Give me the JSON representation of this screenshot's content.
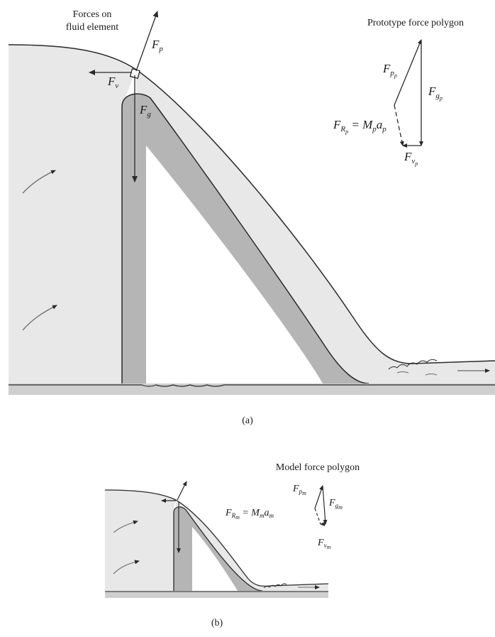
{
  "panel_a": {
    "element_label_line1": "Forces on",
    "element_label_line2": "fluid element",
    "polygon_title": "Prototype force polygon",
    "forces": {
      "pressure": {
        "base": "F",
        "sub": "p"
      },
      "viscous": {
        "base": "F",
        "sub": "v"
      },
      "gravity": {
        "base": "F",
        "sub": "g"
      }
    },
    "polygon": {
      "pressure": {
        "base": "F",
        "sub": "p",
        "subsub": "p"
      },
      "gravity": {
        "base": "F",
        "sub": "g",
        "subsub": "p"
      },
      "viscous": {
        "base": "F",
        "sub": "v",
        "subsub": "p"
      },
      "resultant": {
        "lhs_base": "F",
        "lhs_sub": "R",
        "lhs_subsub": "p",
        "eq": " = ",
        "m": "M",
        "m_sub": "p",
        "a": "a",
        "a_sub": "p"
      }
    },
    "caption": "(a)"
  },
  "panel_b": {
    "polygon_title": "Model force polygon",
    "polygon": {
      "pressure": {
        "base": "F",
        "sub": "p",
        "subsub": "m"
      },
      "gravity": {
        "base": "F",
        "sub": "g",
        "subsub": "m"
      },
      "viscous": {
        "base": "F",
        "sub": "v",
        "subsub": "m"
      },
      "resultant": {
        "lhs_base": "F",
        "lhs_sub": "R",
        "lhs_subsub": "m",
        "eq": " = ",
        "m": "M",
        "m_sub": "m",
        "a": "a",
        "a_sub": "m"
      }
    },
    "caption": "(b)"
  },
  "colors": {
    "water": "#e8e8e8",
    "dam": "#b5b5b5",
    "line": "#2a2a2a"
  }
}
